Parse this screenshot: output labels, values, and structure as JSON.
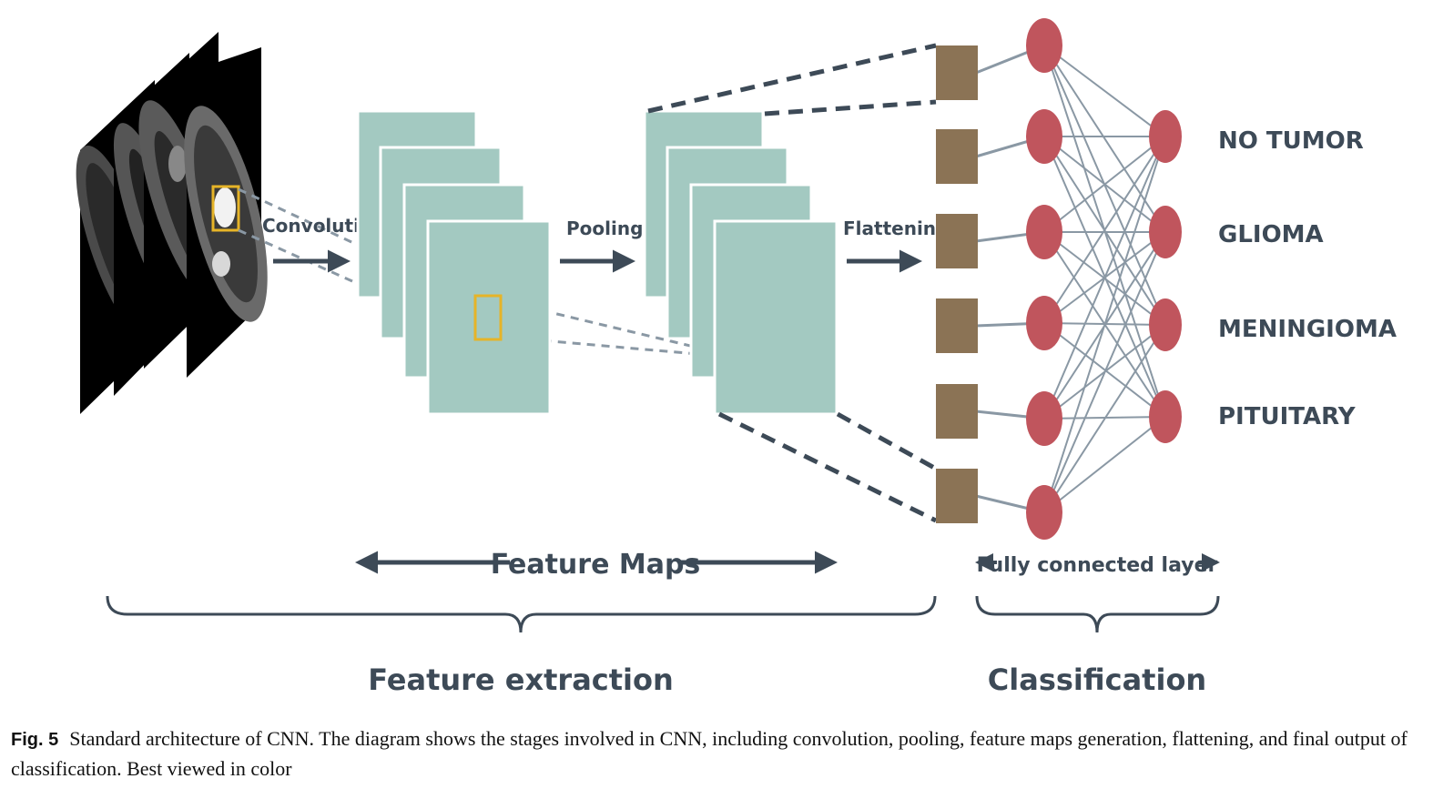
{
  "diagram": {
    "stage_labels": {
      "convolution": "Convolution",
      "pooling": "Pooling",
      "flattening": "Flattening"
    },
    "span_labels": {
      "feature_maps": "Feature Maps",
      "fully_connected": "Fully connected layer"
    },
    "group_labels": {
      "feature_extraction": "Feature extraction",
      "classification": "Classification"
    },
    "output_classes": [
      "NO TUMOR",
      "GLIOMA",
      "MENINGIOMA",
      "PITUITARY"
    ],
    "colors": {
      "feature_map": "#a3c9c1",
      "node": "#c0555d",
      "flat_unit": "#8b7355",
      "arrow": "#3d4a57",
      "connection": "#8a98a4",
      "highlight": "#e6b428"
    }
  },
  "caption": {
    "label": "Fig. 5",
    "text": "Standard architecture of CNN. The diagram shows the stages involved in CNN, including convolution, pooling, feature maps generation, flattening, and final output of classification. Best viewed in color"
  }
}
